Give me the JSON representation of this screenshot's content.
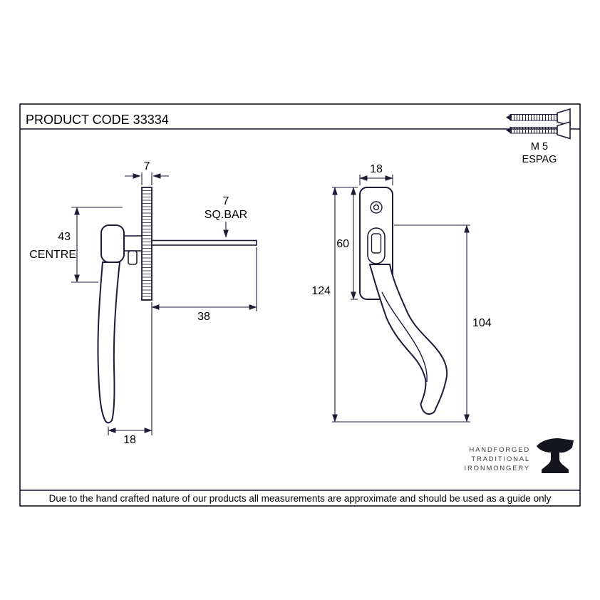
{
  "header": {
    "product_code": "PRODUCT CODE 33334"
  },
  "fasteners": {
    "size": "M 5",
    "type": "ESPAG"
  },
  "side_view": {
    "plate_thickness": "7",
    "centre_value": "43",
    "centre_label": "CENTRE",
    "bar_size": "7",
    "bar_label": "SQ.BAR",
    "spindle_length": "38",
    "handle_projection": "18"
  },
  "front_view": {
    "plate_width": "18",
    "plate_height": "60",
    "total_height": "124",
    "handle_length": "104"
  },
  "branding": {
    "lines": [
      "HANDFORGED",
      "TRADITIONAL",
      "IRONMONGERY"
    ]
  },
  "footer": {
    "disclaimer": "Due to the hand crafted nature of our products all measurements are approximate and should be used as a guide only"
  },
  "colors": {
    "drawing_line": "#1c1c38",
    "background": "#ffffff"
  }
}
